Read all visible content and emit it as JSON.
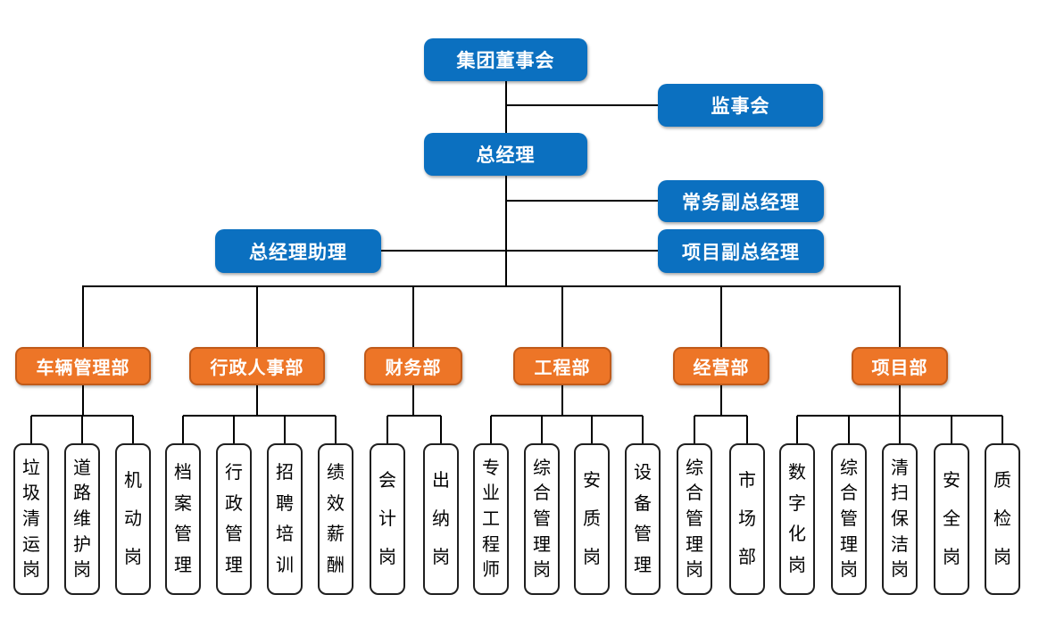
{
  "palette": {
    "background": "#ffffff",
    "blue": "#0b70c0",
    "blue_text": "#ffffff",
    "orange": "#ed7527",
    "orange_border": "#c05a1a",
    "leaf_bg": "#ffffff",
    "leaf_border": "#1f1f1f",
    "leaf_text": "#000000",
    "line": "#000000"
  },
  "executives": {
    "board": "集团董事会",
    "supervisory_board": "监事会",
    "general_manager": "总经理",
    "executive_deputy_gm": "常务副总经理",
    "gm_assistant": "总经理助理",
    "project_deputy_gm": "项目副总经理"
  },
  "departments": [
    {
      "label": "车辆管理部",
      "positions": [
        "垃圾清运岗",
        "道路维护岗",
        "机动岗"
      ]
    },
    {
      "label": "行政人事部",
      "positions": [
        "档案管理",
        "行政管理",
        "招聘培训",
        "绩效薪酬"
      ]
    },
    {
      "label": "财务部",
      "positions": [
        "会计岗",
        "出纳岗"
      ]
    },
    {
      "label": "工程部",
      "positions": [
        "专业工程师",
        "综合管理岗",
        "安质岗",
        "设备管理"
      ]
    },
    {
      "label": "经营部",
      "positions": [
        "综合管理岗",
        "市场部"
      ]
    },
    {
      "label": "项目部",
      "positions": [
        "数字化岗",
        "综合管理岗",
        "清扫保洁岗",
        "安全岗",
        "质检岗"
      ]
    }
  ]
}
